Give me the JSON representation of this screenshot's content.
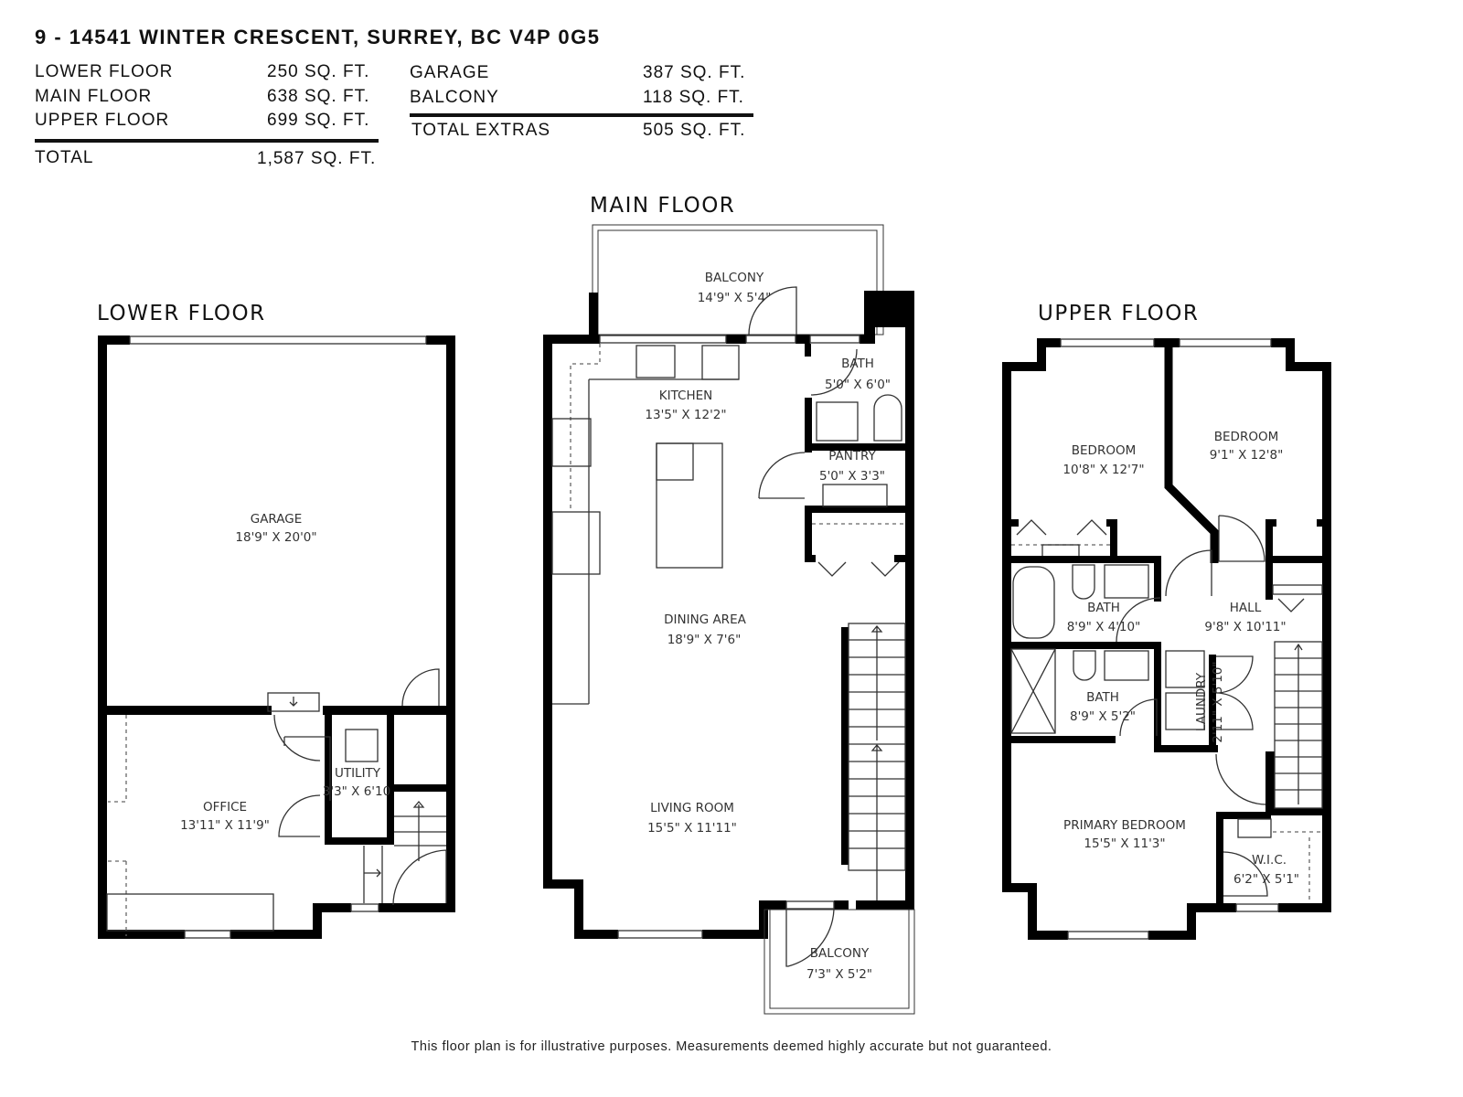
{
  "header": {
    "address": "9 - 14541 WINTER CRESCENT, SURREY, BC V4P 0G5",
    "areas": [
      {
        "label": "LOWER FLOOR",
        "value": "250 SQ. FT."
      },
      {
        "label": "MAIN FLOOR",
        "value": "638 SQ. FT."
      },
      {
        "label": "UPPER FLOOR",
        "value": "699 SQ. FT."
      }
    ],
    "total": {
      "label": "TOTAL",
      "value": "1,587 SQ. FT."
    },
    "extras": [
      {
        "label": "GARAGE",
        "value": "387 SQ. FT."
      },
      {
        "label": "BALCONY",
        "value": "118 SQ. FT."
      }
    ],
    "total_extras": {
      "label": "TOTAL EXTRAS",
      "value": "505 SQ. FT."
    }
  },
  "floors": {
    "lower": {
      "title": "LOWER FLOOR",
      "rooms": [
        {
          "name": "GARAGE",
          "size": "18'9\" X 20'0\""
        },
        {
          "name": "OFFICE",
          "size": "13'11\" X 11'9\""
        },
        {
          "name": "UTILITY",
          "size": "3'3\" X 6'10"
        }
      ]
    },
    "main": {
      "title": "MAIN FLOOR",
      "rooms": [
        {
          "name": "BALCONY",
          "size": "14'9\" X 5'4\""
        },
        {
          "name": "KITCHEN",
          "size": "13'5\" X 12'2\""
        },
        {
          "name": "BATH",
          "size": "5'0\" X 6'0\""
        },
        {
          "name": "PANTRY",
          "size": "5'0\" X 3'3\""
        },
        {
          "name": "DINING AREA",
          "size": "18'9\" X 7'6\""
        },
        {
          "name": "LIVING ROOM",
          "size": "15'5\" X 11'11\""
        },
        {
          "name": "BALCONY",
          "size": "7'3\" X 5'2\""
        }
      ]
    },
    "upper": {
      "title": "UPPER FLOOR",
      "rooms": [
        {
          "name": "BEDROOM",
          "size": "10'8\" X 12'7\""
        },
        {
          "name": "BEDROOM",
          "size": "9'1\" X 12'8\""
        },
        {
          "name": "BATH",
          "size": "8'9\" X 4'10\""
        },
        {
          "name": "HALL",
          "size": "9'8\" X 10'11\""
        },
        {
          "name": "BATH",
          "size": "8'9\" X 5'2\""
        },
        {
          "name": "LAUNDRY",
          "size": "2'11\" X 5'10\""
        },
        {
          "name": "PRIMARY BEDROOM",
          "size": "15'5\" X 11'3\""
        },
        {
          "name": "W.I.C.",
          "size": "6'2\" X 5'1\""
        }
      ]
    }
  },
  "footer": {
    "disclaimer": "This floor plan is for illustrative purposes. Measurements deemed highly accurate but not guaranteed."
  }
}
